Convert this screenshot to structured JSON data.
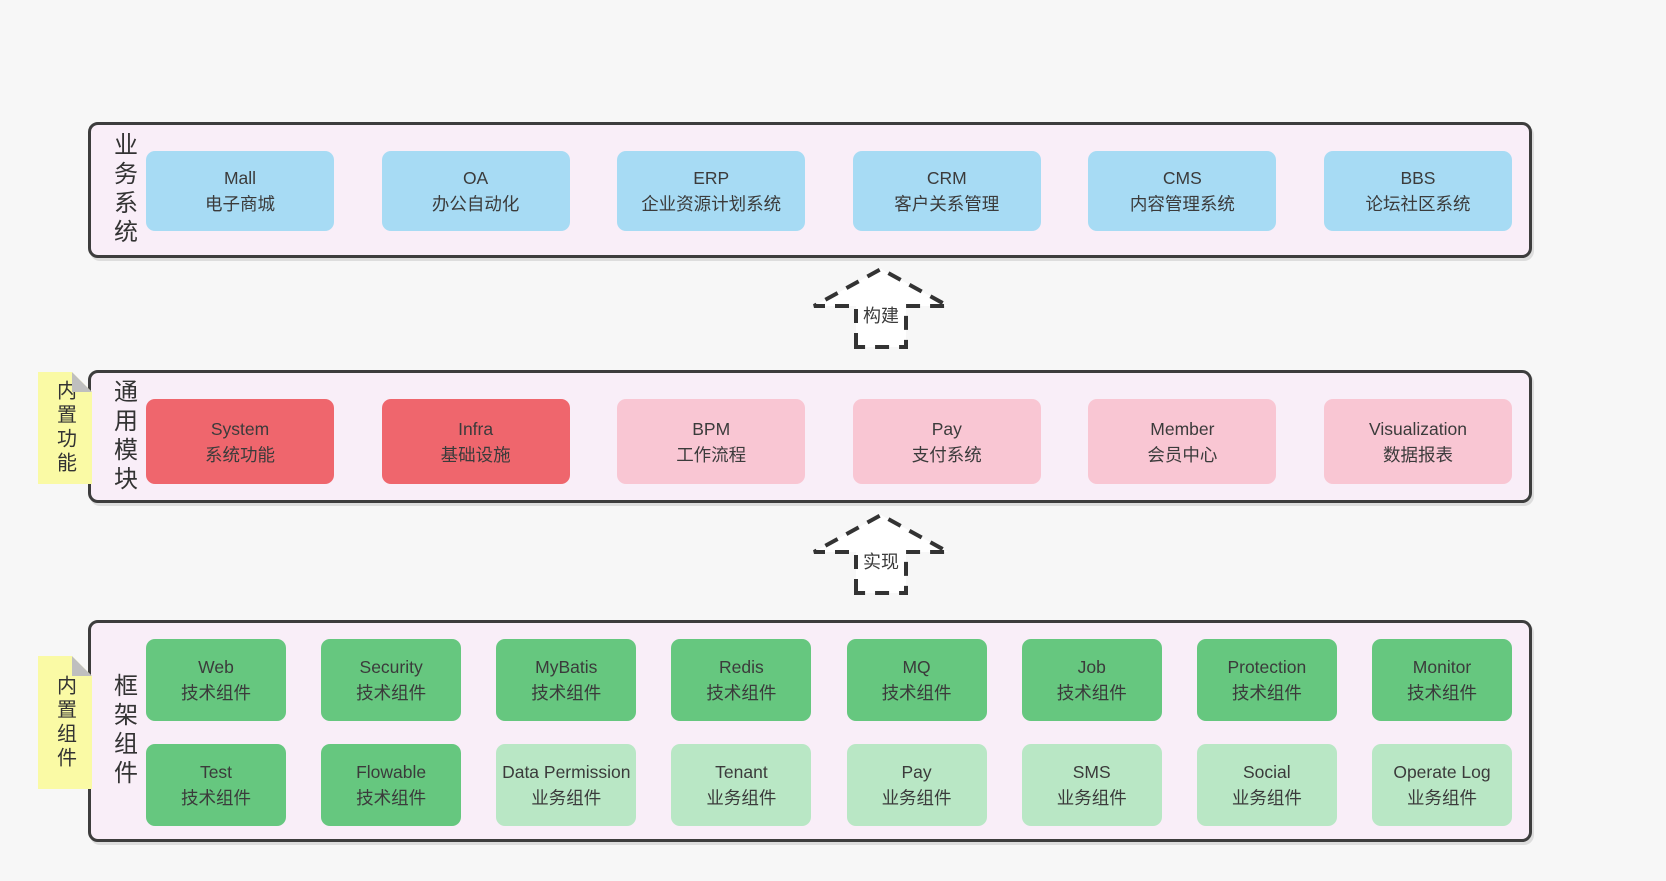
{
  "colors": {
    "page_bg": "#f7f7f7",
    "panel_bg": "#f9eef8",
    "panel_border": "#3d3d3d",
    "blue": "#a7dbf4",
    "red": "#ef666d",
    "pink": "#f9c6d3",
    "green_dark": "#66c77f",
    "green_light": "#b9e7c5",
    "sticky_yellow": "#fafaa5",
    "text": "#3b3b3b"
  },
  "arrows": [
    {
      "label": "构建"
    },
    {
      "label": "实现"
    }
  ],
  "panels": [
    {
      "side_label": "业务系统",
      "rows": [
        [
          {
            "title": "Mall",
            "subtitle": "电子商城",
            "variant": "blue"
          },
          {
            "title": "OA",
            "subtitle": "办公自动化",
            "variant": "blue"
          },
          {
            "title": "ERP",
            "subtitle": "企业资源计划系统",
            "variant": "blue"
          },
          {
            "title": "CRM",
            "subtitle": "客户关系管理",
            "variant": "blue"
          },
          {
            "title": "CMS",
            "subtitle": "内容管理系统",
            "variant": "blue"
          },
          {
            "title": "BBS",
            "subtitle": "论坛社区系统",
            "variant": "blue"
          }
        ]
      ]
    },
    {
      "side_label": "通用模块",
      "sticky_tag": "内置功能",
      "rows": [
        [
          {
            "title": "System",
            "subtitle": "系统功能",
            "variant": "red"
          },
          {
            "title": "Infra",
            "subtitle": "基础设施",
            "variant": "red"
          },
          {
            "title": "BPM",
            "subtitle": "工作流程",
            "variant": "pink"
          },
          {
            "title": "Pay",
            "subtitle": "支付系统",
            "variant": "pink"
          },
          {
            "title": "Member",
            "subtitle": "会员中心",
            "variant": "pink"
          },
          {
            "title": "Visualization",
            "subtitle": "数据报表",
            "variant": "pink"
          }
        ]
      ]
    },
    {
      "side_label": "框架组件",
      "sticky_tag": "内置组件",
      "rows": [
        [
          {
            "title": "Web",
            "subtitle": "技术组件",
            "variant": "green-dark"
          },
          {
            "title": "Security",
            "subtitle": "技术组件",
            "variant": "green-dark"
          },
          {
            "title": "MyBatis",
            "subtitle": "技术组件",
            "variant": "green-dark"
          },
          {
            "title": "Redis",
            "subtitle": "技术组件",
            "variant": "green-dark"
          },
          {
            "title": "MQ",
            "subtitle": "技术组件",
            "variant": "green-dark"
          },
          {
            "title": "Job",
            "subtitle": "技术组件",
            "variant": "green-dark"
          },
          {
            "title": "Protection",
            "subtitle": "技术组件",
            "variant": "green-dark"
          },
          {
            "title": "Monitor",
            "subtitle": "技术组件",
            "variant": "green-dark"
          }
        ],
        [
          {
            "title": "Test",
            "subtitle": "技术组件",
            "variant": "green-dark"
          },
          {
            "title": "Flowable",
            "subtitle": "技术组件",
            "variant": "green-dark"
          },
          {
            "title": "Data Permission",
            "subtitle": "业务组件",
            "variant": "green-light"
          },
          {
            "title": "Tenant",
            "subtitle": "业务组件",
            "variant": "green-light"
          },
          {
            "title": "Pay",
            "subtitle": "业务组件",
            "variant": "green-light"
          },
          {
            "title": "SMS",
            "subtitle": "业务组件",
            "variant": "green-light"
          },
          {
            "title": "Social",
            "subtitle": "业务组件",
            "variant": "green-light"
          },
          {
            "title": "Operate Log",
            "subtitle": "业务组件",
            "variant": "green-light"
          }
        ]
      ]
    }
  ]
}
